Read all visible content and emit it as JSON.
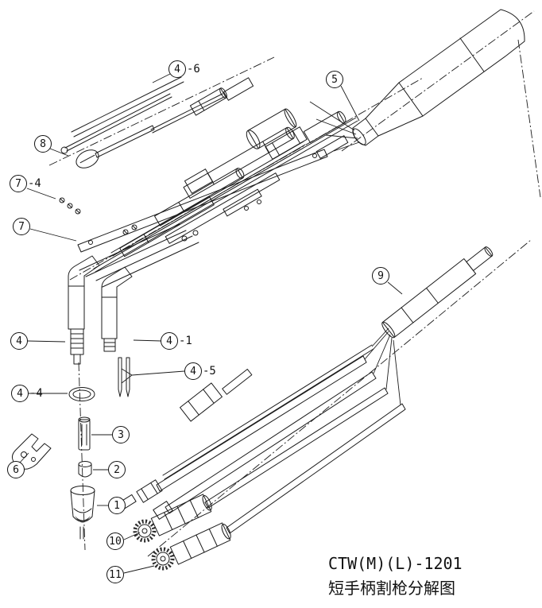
{
  "figure": {
    "model": "CTW(M)(L)-1201",
    "caption": "短手柄割枪分解图"
  },
  "callouts": [
    {
      "num": "4",
      "suffix": "-6"
    },
    {
      "num": "5",
      "suffix": ""
    },
    {
      "num": "8",
      "suffix": ""
    },
    {
      "num": "7",
      "suffix": "-4"
    },
    {
      "num": "7",
      "suffix": ""
    },
    {
      "num": "4",
      "suffix": ""
    },
    {
      "num": "4",
      "suffix": "-1"
    },
    {
      "num": "4",
      "suffix": "-5"
    },
    {
      "num": "4",
      "suffix": "-4"
    },
    {
      "num": "3",
      "suffix": ""
    },
    {
      "num": "6",
      "suffix": ""
    },
    {
      "num": "2",
      "suffix": ""
    },
    {
      "num": "1",
      "suffix": ""
    },
    {
      "num": "9",
      "suffix": ""
    },
    {
      "num": "10",
      "suffix": ""
    },
    {
      "num": "11",
      "suffix": ""
    }
  ]
}
